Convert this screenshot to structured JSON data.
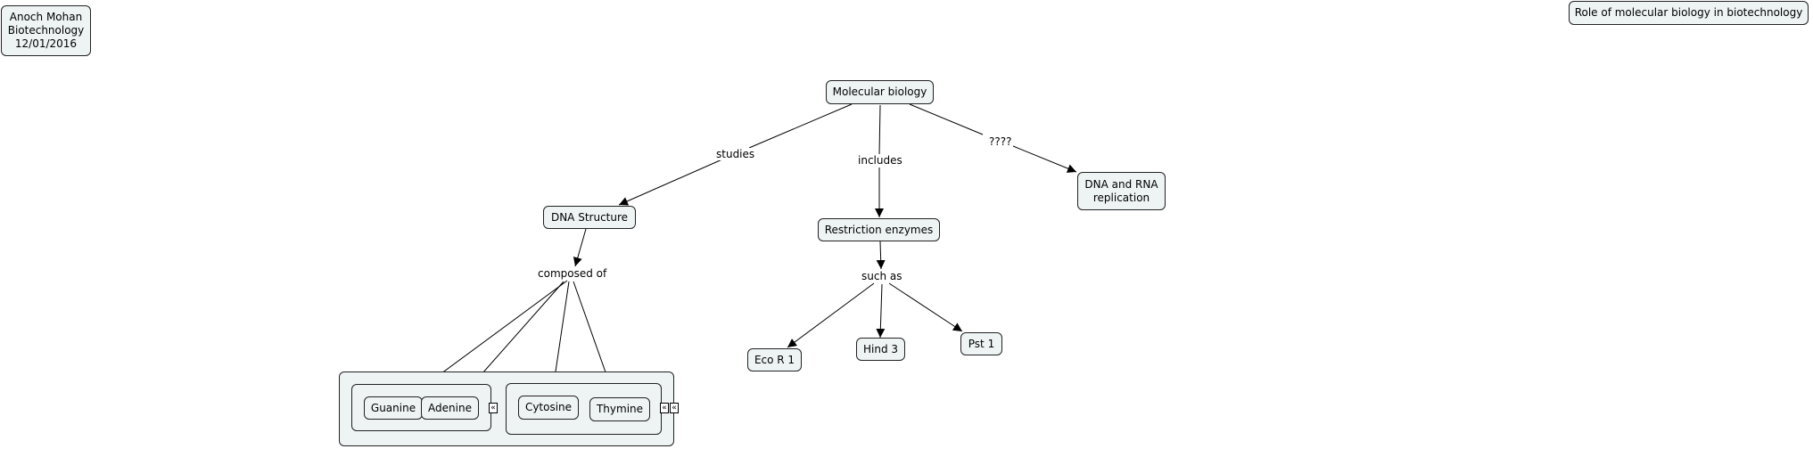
{
  "author_info": "Anoch Mohan\nBiotechnology\n12/01/2016",
  "map_title": "Role of molecular biology in biotechnology",
  "concepts": {
    "root": "Molecular biology",
    "dna_structure": "DNA Structure",
    "restriction_enzymes": "Restriction enzymes",
    "dna_rna_replication": "DNA and RNA\nreplication",
    "eco_r1": "Eco R 1",
    "hind3": "Hind 3",
    "pst1": "Pst 1",
    "guanine": "Guanine",
    "adenine": "Adenine",
    "cytosine": "Cytosine",
    "thymine": "Thymine"
  },
  "linking_phrases": {
    "studies": "studies",
    "includes": "includes",
    "unknown": "????",
    "composed_of": "composed of",
    "such_as": "such as"
  },
  "expander_glyph": "«",
  "colors": {
    "node_fill": "#eef3f4",
    "line": "#000000"
  }
}
